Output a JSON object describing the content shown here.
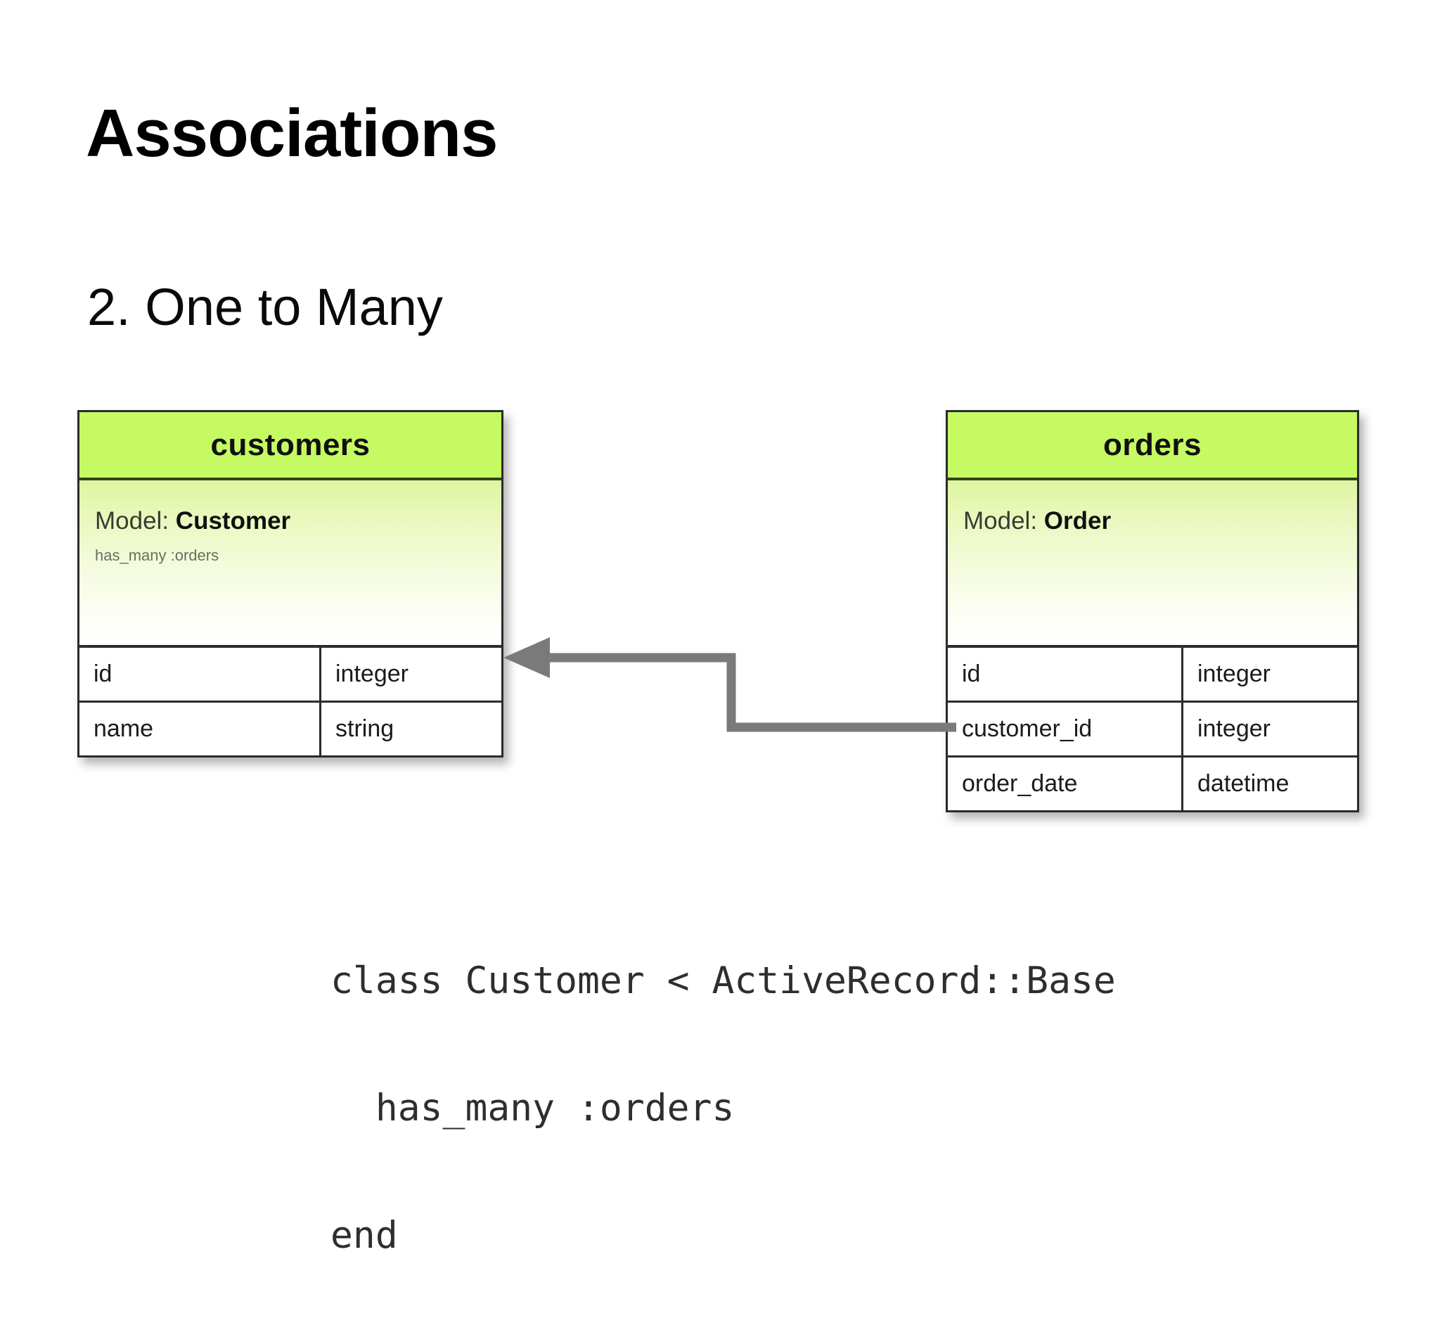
{
  "slide": {
    "title": "Associations",
    "subtitle": "2. One to Many",
    "background_color": "#ffffff"
  },
  "theme": {
    "header_green": "#c6fa62",
    "body_gradient_top": "#dff5a0",
    "body_gradient_bottom": "#ffffff",
    "border_color": "#2b2b2b",
    "connector_color": "#7a7a7a",
    "title_color": "#000000",
    "code_color": "#2e2e2e"
  },
  "diagram": {
    "type": "entity-relationship",
    "tables": [
      {
        "name": "customers",
        "model_prefix": "Model:",
        "model_name": "Customer",
        "association": "has_many :orders",
        "columns": [
          {
            "name": "id",
            "type": "integer"
          },
          {
            "name": "name",
            "type": "string"
          }
        ]
      },
      {
        "name": "orders",
        "model_prefix": "Model:",
        "model_name": "Order",
        "association": "",
        "columns": [
          {
            "name": "id",
            "type": "integer"
          },
          {
            "name": "customer_id",
            "type": "integer"
          },
          {
            "name": "order_date",
            "type": "datetime"
          }
        ]
      }
    ],
    "relationship": {
      "from_table": "orders",
      "from_column": "customer_id",
      "to_table": "customers",
      "to_column": "id",
      "cardinality": "one-to-many",
      "arrow_direction": "left"
    }
  },
  "code": {
    "language": "ruby",
    "lines": [
      "class Customer < ActiveRecord::Base",
      "  has_many :orders",
      "end"
    ]
  }
}
